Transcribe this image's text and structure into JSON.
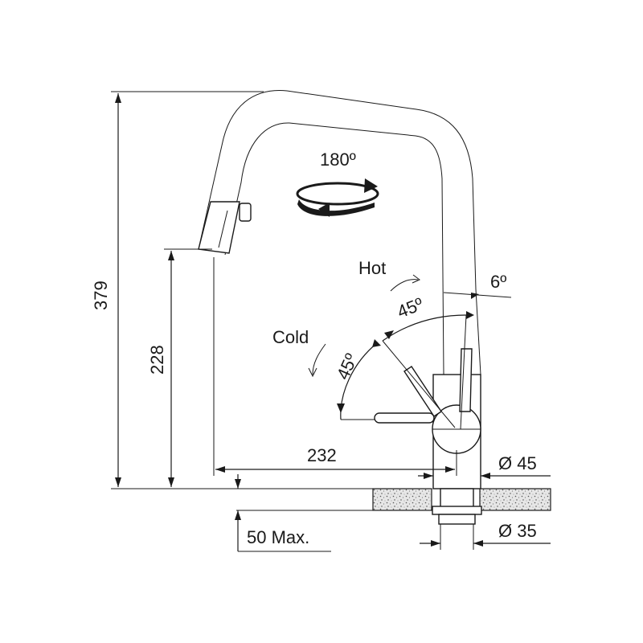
{
  "dimensions": {
    "total_height": "379",
    "spout_height": "228",
    "reach": "232",
    "base_diameter": "Ø 45",
    "shank_diameter": "Ø 35",
    "max_worktop": "50 Max."
  },
  "rotation": {
    "label": "180º"
  },
  "lever": {
    "hot_label": "Hot",
    "cold_label": "Cold",
    "tilt_angle": "6º",
    "hot_angle": "45º",
    "cold_angle": "45º"
  }
}
